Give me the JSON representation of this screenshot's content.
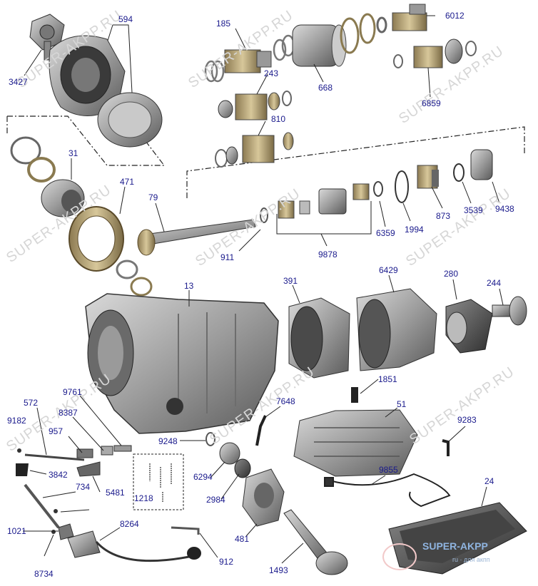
{
  "watermark_text": "SUPER-AKPP.RU",
  "logo": {
    "name": "SUPER-AKPP",
    "tagline": "ru · для акпп"
  },
  "parts": [
    "594",
    "3427",
    "185",
    "6012",
    "243",
    "668",
    "6859",
    "810",
    "31",
    "471",
    "79",
    "911",
    "6359",
    "1994",
    "873",
    "3539",
    "9438",
    "9878",
    "13",
    "391",
    "6429",
    "280",
    "244",
    "1851",
    "9761",
    "572",
    "8387",
    "9182",
    "957",
    "3842",
    "5481",
    "734",
    "1021",
    "8734",
    "8264",
    "9248",
    "7648",
    "6294",
    "2984",
    "1218",
    "51",
    "9283",
    "9855",
    "24",
    "481",
    "912",
    "1493"
  ],
  "colors": {
    "label": "#1a1a8c",
    "line": "#2a2a2a",
    "watermark": "#d6d6d6",
    "part_dark": "#555555",
    "part_mid": "#9a9a9a",
    "part_light": "#d0d0d0"
  }
}
